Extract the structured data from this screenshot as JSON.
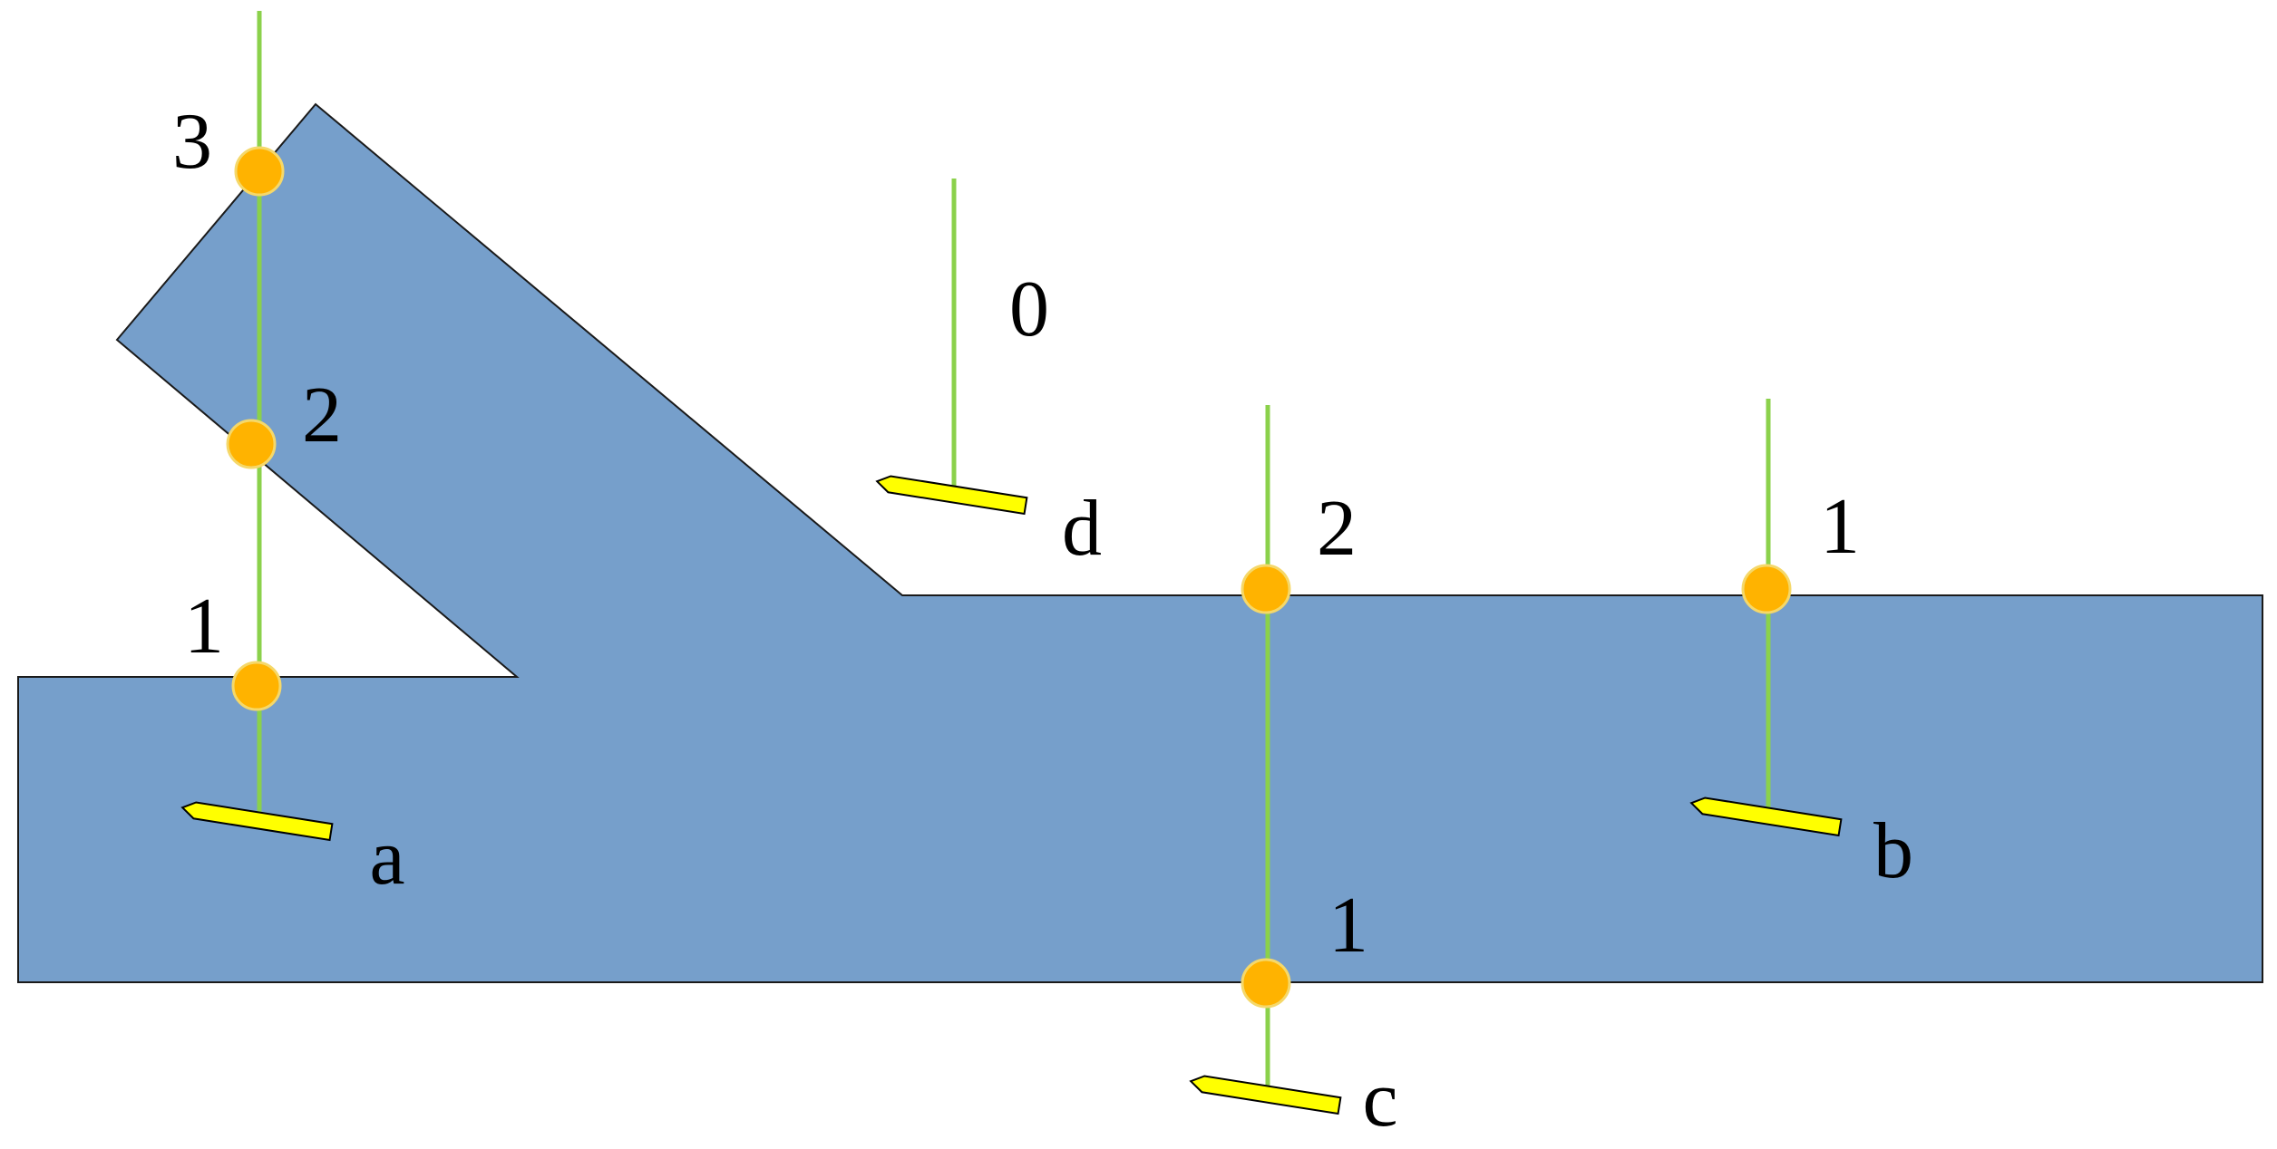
{
  "colors": {
    "region_fill": "#769FCB",
    "region_stroke": "#1a1a1a",
    "ray": "#8BD14B",
    "intersection_fill": "#FFB300",
    "intersection_stroke": "#F5D86A",
    "ship_fill": "#FFFF00",
    "ship_stroke": "#000000",
    "text": "#000000"
  },
  "icons": {
    "ship": "yellow-boat-icon",
    "intersection": "orange-dot-icon"
  },
  "ships": [
    {
      "id": "a",
      "label": "a",
      "crossings": [
        "1",
        "2",
        "3"
      ],
      "crossing_count": 3
    },
    {
      "id": "b",
      "label": "b",
      "crossings": [
        "1"
      ],
      "crossing_count": 1
    },
    {
      "id": "c",
      "label": "c",
      "crossings": [
        "1",
        "2"
      ],
      "crossing_count": 2
    },
    {
      "id": "d",
      "label": "d",
      "crossings": [
        "0"
      ],
      "crossing_count": 0
    }
  ]
}
